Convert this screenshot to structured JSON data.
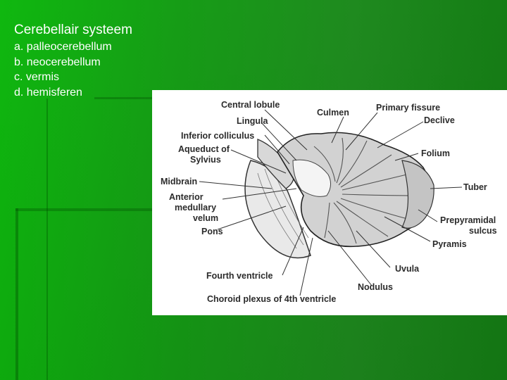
{
  "slide": {
    "title": "Cerebellair systeem",
    "items": [
      "a. palleocerebellum",
      "b. neocerebellum",
      "c. vermis",
      "d. hemisferen"
    ]
  },
  "figure": {
    "labels": {
      "central_lobule": "Central lobule",
      "culmen": "Culmen",
      "primary_fissure": "Primary fissure",
      "lingula": "Lingula",
      "declive": "Declive",
      "inferior_colliculus": "Inferior colliculus",
      "aqueduct_1": "Aqueduct of",
      "aqueduct_2": "Sylvius",
      "folium": "Folium",
      "midbrain": "Midbrain",
      "tuber": "Tuber",
      "anterior": "Anterior",
      "medullary": "medullary",
      "velum": "velum",
      "prepyramidal_1": "Prepyramidal",
      "prepyramidal_2": "sulcus",
      "pons": "Pons",
      "pyramis": "Pyramis",
      "uvula": "Uvula",
      "fourth_ventricle": "Fourth ventricle",
      "nodulus": "Nodulus",
      "choroid_plexus": "Choroid plexus of 4th ventricle"
    }
  },
  "colors": {
    "background": "#169d16",
    "text": "#ffffff",
    "figure_bg": "#ffffff",
    "ink": "#2b2b2b"
  }
}
